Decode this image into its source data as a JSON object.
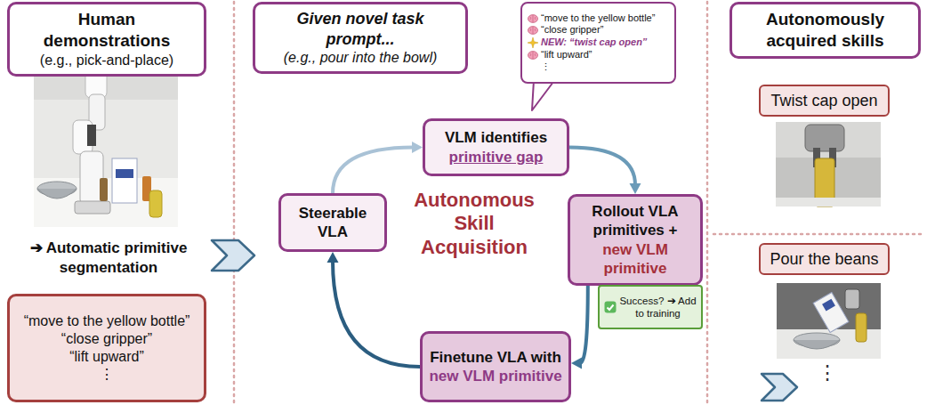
{
  "diagram": {
    "nodes": [
      {
        "text": [
          "Human demonstrations",
          "(e.g., pick-and-place)"
        ]
      },
      {
        "text": [
          "“move to the yellow bottle”",
          "“close gripper”",
          "“lift upward”",
          "⋮"
        ]
      },
      {
        "text": [
          "Given novel task prompt...",
          "(e.g., pour into the bowl)"
        ]
      },
      {
        "text": [
          "“move to the yellow bottle”",
          "“close gripper”",
          "NEW: “twist cap open”",
          "“lift upward”",
          "⋮"
        ]
      },
      {
        "text": [
          "VLM identifies",
          "primitive gap"
        ]
      },
      {
        "text": [
          "Steerable VLA"
        ]
      },
      {
        "text": [
          "Rollout VLA primitives +",
          "new VLM primitive"
        ]
      },
      {
        "text": [
          "Success? ➔ Add to training"
        ]
      },
      {
        "text": [
          "Finetune VLA with",
          "new VLM primitive"
        ]
      },
      {
        "text": [
          "Autonomously acquired skills"
        ]
      },
      {
        "text": [
          "Twist cap open"
        ]
      },
      {
        "text": [
          "Pour the beans"
        ]
      }
    ],
    "edges": [
      {
        "from": 5,
        "to": 4,
        "arrow": "to"
      },
      {
        "from": 4,
        "to": 6,
        "arrow": "to"
      },
      {
        "from": 6,
        "to": 8,
        "arrow": "to"
      },
      {
        "from": 8,
        "to": 5,
        "arrow": "to"
      }
    ],
    "labels": [
      "➔ Automatic primitive segmentation",
      "Autonomous Skill Acquisition",
      "⋮"
    ]
  }
}
